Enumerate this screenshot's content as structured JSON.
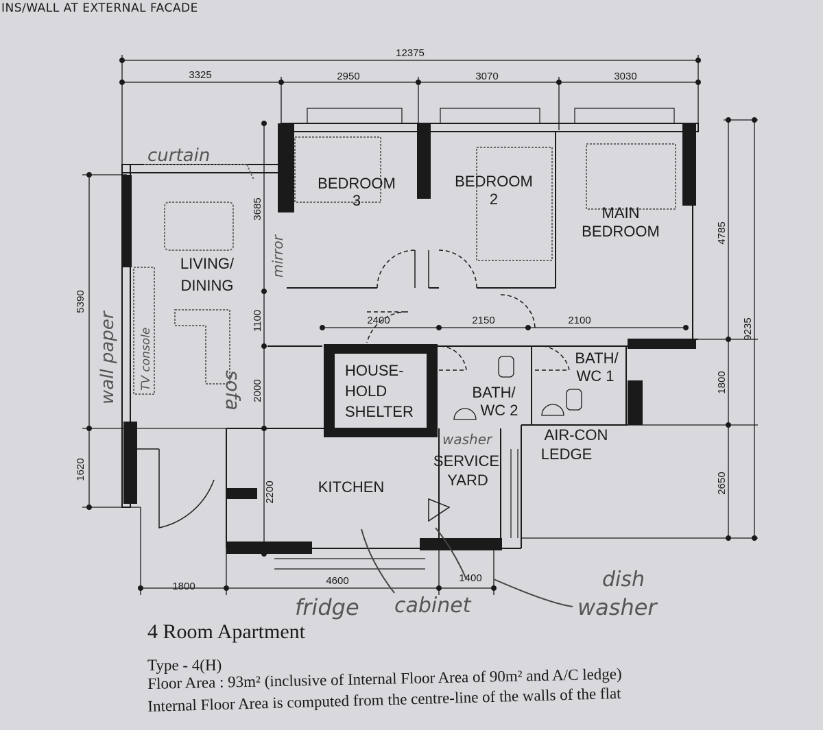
{
  "header": {
    "note": "INS/WALL AT EXTERNAL FACADE"
  },
  "dimensions": {
    "overall_width": "12375",
    "top": [
      "3325",
      "2950",
      "3070",
      "3030"
    ],
    "right_total": "9235",
    "right": [
      "4785",
      "1800",
      "2650"
    ],
    "left": [
      "5390",
      "1620"
    ],
    "inner_vertical": [
      "3685",
      "1100",
      "2000",
      "2200"
    ],
    "corridor": [
      "2400",
      "2150",
      "2100"
    ],
    "bottom": [
      "1800",
      "4600",
      "1400"
    ]
  },
  "rooms": {
    "bedroom3": [
      "BEDROOM",
      "3"
    ],
    "bedroom2": [
      "BEDROOM",
      "2"
    ],
    "main_bedroom": [
      "MAIN",
      "BEDROOM"
    ],
    "living": [
      "LIVING/",
      "DINING"
    ],
    "shelter": [
      "HOUSE-",
      "HOLD",
      "SHELTER"
    ],
    "bath2": [
      "BATH/",
      "WC 2"
    ],
    "bath1": [
      "BATH/",
      "WC 1"
    ],
    "service": [
      "SERVICE",
      "YARD"
    ],
    "aircon": [
      "AIR-CON",
      "LEDGE"
    ],
    "kitchen": "KITCHEN"
  },
  "handwritten": {
    "curtain": "curtain",
    "mirror": "mirror",
    "sofa": "sofa",
    "wallpaper": "wall paper",
    "tv": "TV console",
    "washer": "washer",
    "fridge": "fridge",
    "cabinet": "cabinet",
    "dishwasher_1": "dish",
    "dishwasher_2": "washer"
  },
  "caption": {
    "title": "4 Room Apartment",
    "type": "Type - 4(H)",
    "floor_area": "Floor Area : 93m² (inclusive of Internal Floor Area of 90m² and A/C ledge)",
    "note": "Internal Floor Area is computed from the centre-line of the walls of the flat"
  },
  "colors": {
    "paper": "#d9d8dd",
    "ink": "#1a1a1a",
    "pencil": "#555555"
  }
}
